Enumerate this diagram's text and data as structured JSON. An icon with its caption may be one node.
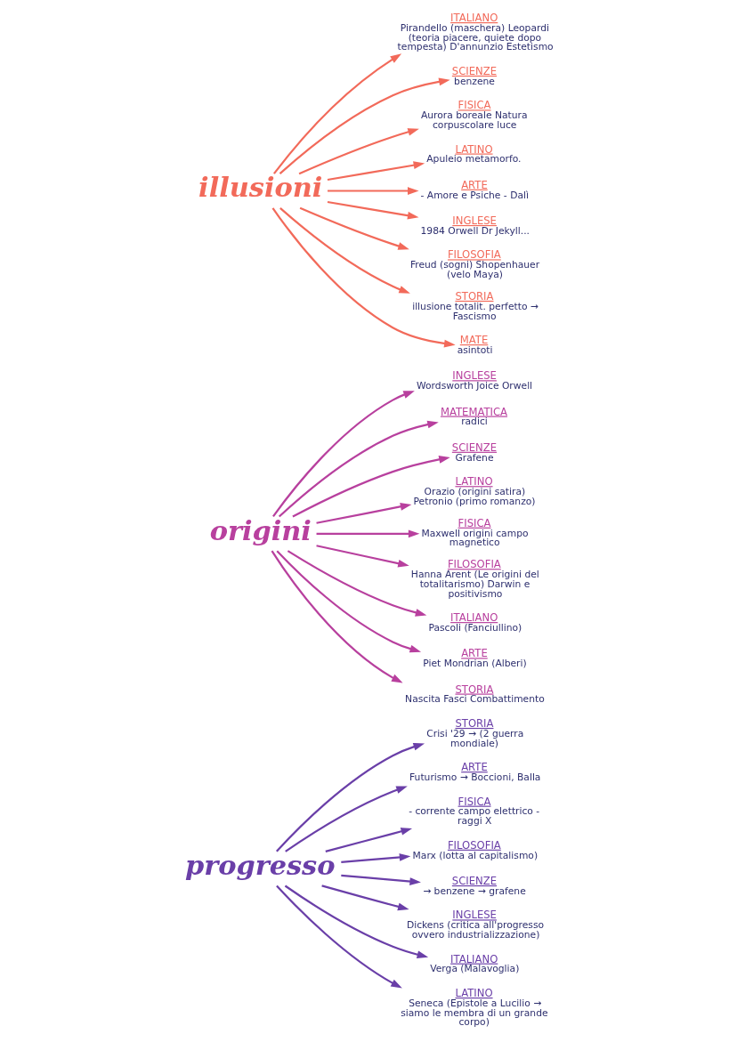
{
  "diagram": {
    "nodes": [
      {
        "text": [
          "progresso"
        ]
      },
      {
        "text": [
          "STORIA",
          "Crisi '29 → (2 guerra mondiale)"
        ]
      },
      {
        "text": [
          "ARTE",
          "Futurismo → Boccioni, Balla"
        ]
      },
      {
        "text": [
          "FISICA",
          "- corrente campo elettrico - raggi X"
        ]
      },
      {
        "text": [
          "FILOSOFIA",
          "Marx (lotta al capitalismo)"
        ]
      },
      {
        "text": [
          "SCIENZE",
          "→ benzene → grafene"
        ]
      },
      {
        "text": [
          "INGLESE",
          "Dickens (critica all'progresso ovvero industrializzazione)"
        ]
      },
      {
        "text": [
          "ITALIANO",
          "Verga (Malavoglia)"
        ]
      },
      {
        "text": [
          "LATINO",
          "Seneca (Epistole a Lucilio → siamo le membra di un grande corpo)"
        ]
      },
      {
        "text": [
          "origini"
        ]
      },
      {
        "text": [
          "INGLESE",
          "Wordsworth Joice Orwell"
        ]
      },
      {
        "text": [
          "MATEMATICA",
          "radici"
        ]
      },
      {
        "text": [
          "SCIENZE",
          "Grafene"
        ]
      },
      {
        "text": [
          "LATINO",
          "Orazio (origini satira) Petronio (primo romanzo)"
        ]
      },
      {
        "text": [
          "FISICA",
          "Maxwell origini campo magnetico"
        ]
      },
      {
        "text": [
          "FILOSOFIA",
          "Hanna Arent (Le origini del totalitarismo) Darwin e positivismo"
        ]
      },
      {
        "text": [
          "ITALIANO",
          "Pascoli (Fanciullino)"
        ]
      },
      {
        "text": [
          "ARTE",
          "Piet Mondrian (Alberi)"
        ]
      },
      {
        "text": [
          "STORIA",
          "Nascita Fasci Combattimento"
        ]
      },
      {
        "text": [
          "illusioni"
        ]
      },
      {
        "text": [
          "ITALIANO",
          "Pirandello (maschera) Leopardi (teoria piacere, quiete dopo tempesta) D'annunzio Estetismo"
        ]
      },
      {
        "text": [
          "SCIENZE",
          "benzene"
        ]
      },
      {
        "text": [
          "FISICA",
          "Aurora boreale Natura corpuscolare luce"
        ]
      },
      {
        "text": [
          "LATINO",
          "Apuleio metamorfo."
        ]
      },
      {
        "text": [
          "ARTE",
          "- Amore e Psiche - Dalì"
        ]
      },
      {
        "text": [
          "INGLESE",
          "1984 Orwell Dr Jekyll..."
        ]
      },
      {
        "text": [
          "FILOSOFIA",
          "Freud (sogni) Shopenhauer (velo Maya)"
        ]
      },
      {
        "text": [
          "STORIA",
          "illusione totalit. perfetto → Fascismo"
        ]
      },
      {
        "text": [
          "MATE",
          "asintoti"
        ]
      }
    ],
    "edges": [
      {
        "from": 0,
        "to": 1,
        "arrow": "to",
        "color": "#6a3fa8"
      },
      {
        "from": 0,
        "to": 2,
        "arrow": "to",
        "color": "#6a3fa8"
      },
      {
        "from": 0,
        "to": 3,
        "arrow": "to",
        "color": "#6a3fa8"
      },
      {
        "from": 0,
        "to": 4,
        "arrow": "to",
        "color": "#6a3fa8"
      },
      {
        "from": 0,
        "to": 5,
        "arrow": "to",
        "color": "#6a3fa8"
      },
      {
        "from": 0,
        "to": 6,
        "arrow": "to",
        "color": "#6a3fa8"
      },
      {
        "from": 0,
        "to": 7,
        "arrow": "to",
        "color": "#6a3fa8"
      },
      {
        "from": 0,
        "to": 8,
        "arrow": "to",
        "color": "#6a3fa8"
      },
      {
        "from": 9,
        "to": 10,
        "arrow": "to",
        "color": "#b8409e"
      },
      {
        "from": 9,
        "to": 11,
        "arrow": "to",
        "color": "#b8409e"
      },
      {
        "from": 9,
        "to": 12,
        "arrow": "to",
        "color": "#b8409e"
      },
      {
        "from": 9,
        "to": 13,
        "arrow": "to",
        "color": "#b8409e"
      },
      {
        "from": 9,
        "to": 14,
        "arrow": "to",
        "color": "#b8409e"
      },
      {
        "from": 9,
        "to": 15,
        "arrow": "to",
        "color": "#b8409e"
      },
      {
        "from": 9,
        "to": 16,
        "arrow": "to",
        "color": "#b8409e"
      },
      {
        "from": 9,
        "to": 17,
        "arrow": "to",
        "color": "#b8409e"
      },
      {
        "from": 9,
        "to": 18,
        "arrow": "to",
        "color": "#b8409e"
      },
      {
        "from": 19,
        "to": 20,
        "arrow": "to",
        "color": "#f26a5a"
      },
      {
        "from": 19,
        "to": 21,
        "arrow": "to",
        "color": "#f26a5a"
      },
      {
        "from": 19,
        "to": 22,
        "arrow": "to",
        "color": "#f26a5a"
      },
      {
        "from": 19,
        "to": 23,
        "arrow": "to",
        "color": "#f26a5a"
      },
      {
        "from": 19,
        "to": 24,
        "arrow": "to",
        "color": "#f26a5a"
      },
      {
        "from": 19,
        "to": 25,
        "arrow": "to",
        "color": "#f26a5a"
      },
      {
        "from": 19,
        "to": 26,
        "arrow": "to",
        "color": "#f26a5a"
      },
      {
        "from": 19,
        "to": 27,
        "arrow": "to",
        "color": "#f26a5a"
      },
      {
        "from": 19,
        "to": 28,
        "arrow": "to",
        "color": "#f26a5a"
      }
    ]
  }
}
